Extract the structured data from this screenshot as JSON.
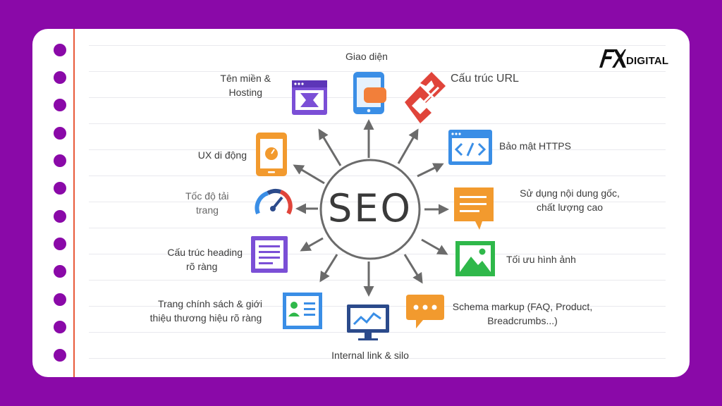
{
  "brand": {
    "logo_mark": "FX",
    "logo_word": "DIGITAL"
  },
  "center": {
    "label": "SEO"
  },
  "labels": {
    "giao_dien": "Giao diện",
    "ten_mien_1": "Tên miền &",
    "ten_mien_2": "Hosting",
    "cau_truc_url": "Cấu trúc URL",
    "bao_mat": "Bảo mật HTTPS",
    "ux_di_dong": "UX di động",
    "toc_do_1": "Tốc độ tải",
    "toc_do_2": "trang",
    "noi_dung_1": "Sử dụng nội dung gốc,",
    "noi_dung_2": "chất lượng cao",
    "heading_1": "Cấu trúc heading",
    "heading_2": "rõ ràng",
    "hinh_anh": "Tối ưu hình ảnh",
    "chinh_sach_1": "Trang chính sách & giới",
    "chinh_sach_2": "thiệu thương hiệu rõ ràng",
    "schema_1": "Schema markup (FAQ, Product,",
    "schema_2": "Breadcrumbs...)",
    "internal_link": "Internal link & silo"
  },
  "colors": {
    "background": "#8a09a8",
    "purple": "#7b4fd6",
    "blue": "#3a8ee6",
    "orange": "#f29a2e",
    "red": "#e0443a",
    "green": "#2fb84a",
    "navy": "#2b4a8b",
    "arrow": "#6b6b6b"
  },
  "icons": [
    "browser-window-icon",
    "smartphone-icon",
    "link-icon",
    "code-window-icon",
    "mobile-ux-icon",
    "speedometer-icon",
    "document-icon",
    "image-icon",
    "heading-list-icon",
    "id-card-icon",
    "chat-bubble-icon",
    "monitor-chart-icon"
  ]
}
